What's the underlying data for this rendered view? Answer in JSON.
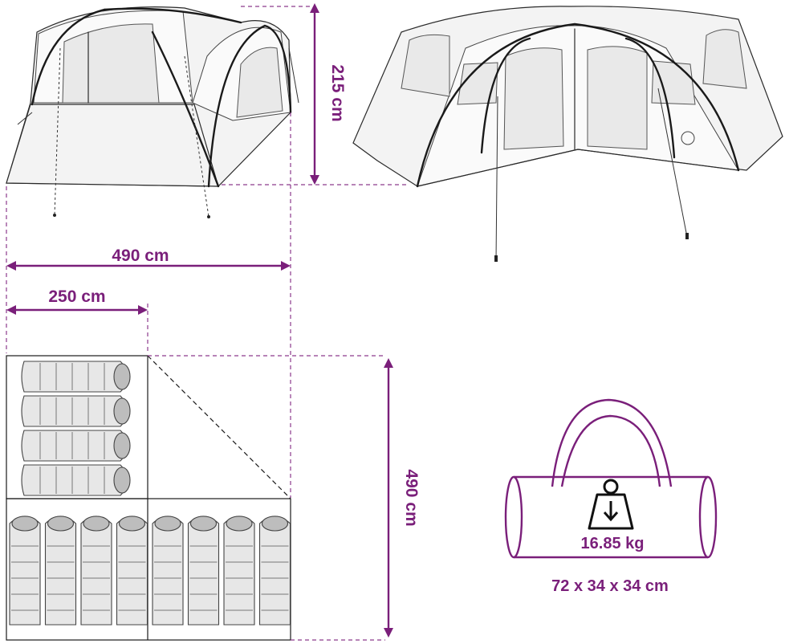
{
  "dimensions": {
    "height": "215 cm",
    "length": "490 cm",
    "room_width": "250 cm",
    "floor_depth": "490 cm"
  },
  "pack": {
    "weight": "16.85 kg",
    "packed_size": "72 x 34 x 34 cm"
  },
  "floor_plan": {
    "top_room_bags": 4,
    "bottom_room_bags": 8
  },
  "icons": [
    "weight-icon",
    "carry-bag-icon",
    "sleeping-bag-icon",
    "tent-side-view",
    "tent-front-view"
  ],
  "colors": {
    "accent": "#7a1f7a"
  }
}
